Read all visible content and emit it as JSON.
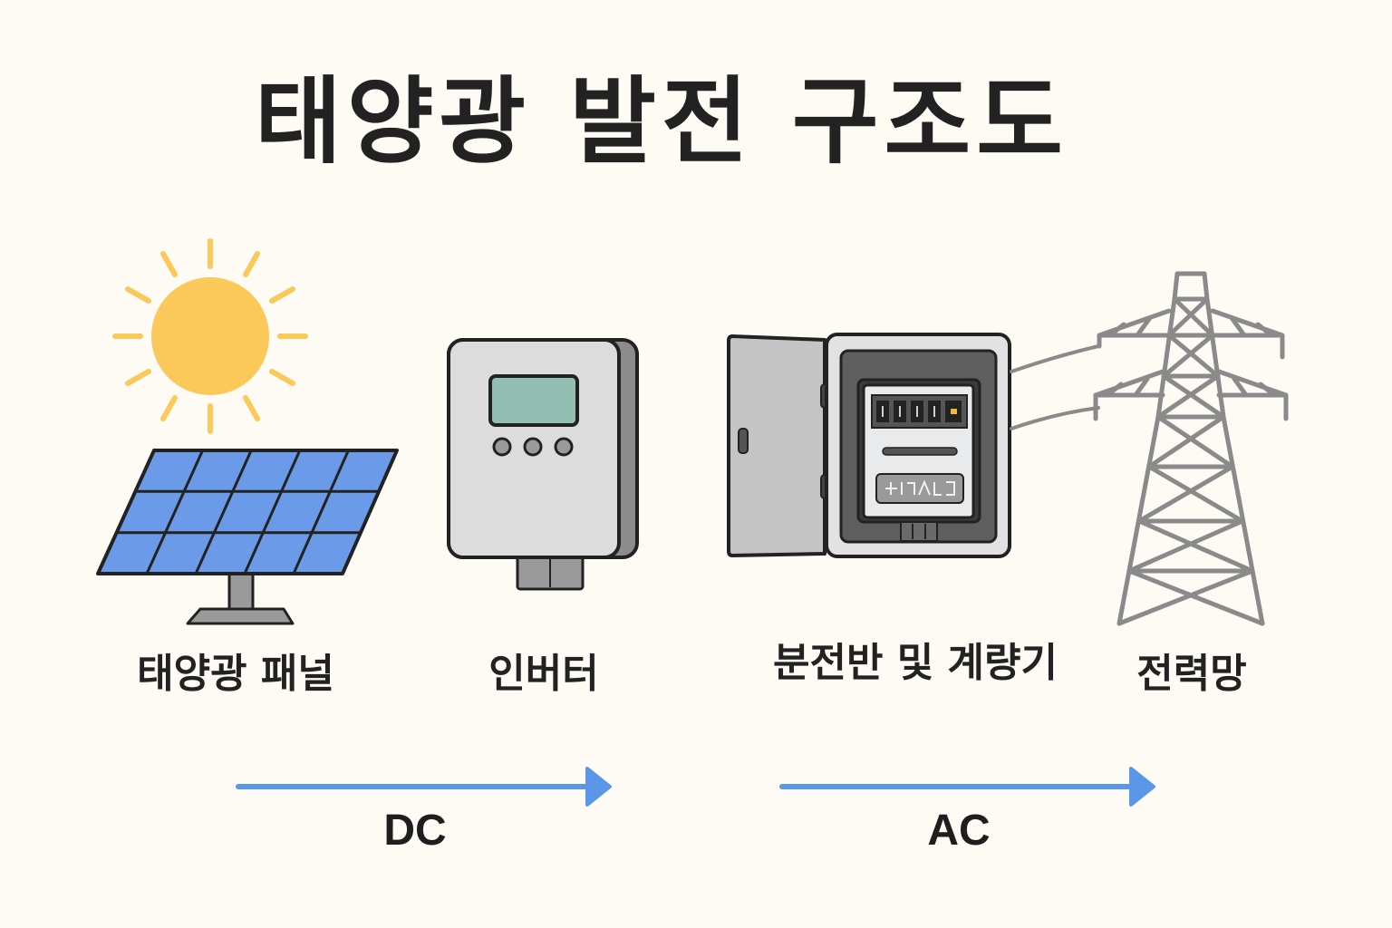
{
  "title": "태양광 발전 구조도",
  "components": {
    "panel": "태양광 패널",
    "inverter": "인버터",
    "distribution": "분전반 및 계량기",
    "grid": "전력망"
  },
  "flows": {
    "dc": "DC",
    "ac": "AC"
  },
  "colors": {
    "sun": "#fbc85a",
    "panel_cell": "#6b9ae8",
    "arrow": "#5a97e6",
    "inverter_screen": "#93beb2",
    "tower": "#8a8a8a"
  }
}
